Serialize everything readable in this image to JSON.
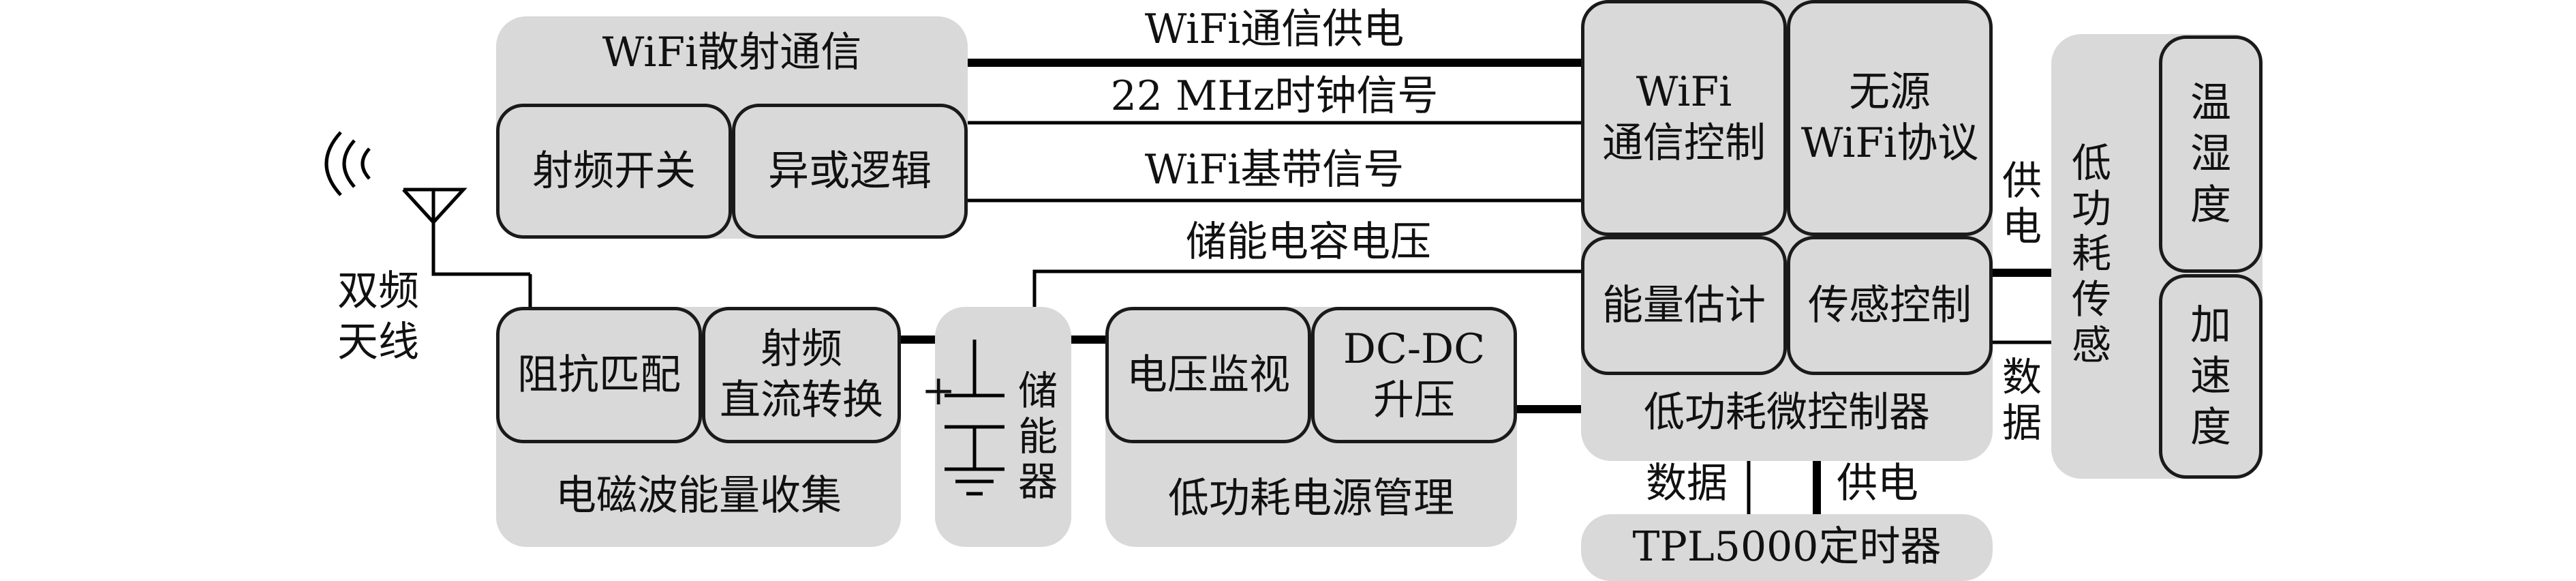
{
  "groups": {
    "wifi_scatter": "WiFi散射通信",
    "em_harvest": "电磁波能量收集",
    "storage": "储能器",
    "power_mgmt": "低功耗电源管理",
    "mcu": "低功耗微控制器",
    "timer": "TPL5000定时器",
    "sensor": "低功耗传感"
  },
  "blocks": {
    "rf_switch": "射频开关",
    "xor_logic": "异或逻辑",
    "wifi_ctrl": "WiFi\n通信控制",
    "passive_wifi": "无源\nWiFi协议",
    "energy_est": "能量估计",
    "sensor_ctrl": "传感控制",
    "impedance": "阻抗匹配",
    "rf_dc": "射频\n直流转换",
    "volt_mon": "电压监视",
    "dcdc": "DC-DC\n升压",
    "temp_hum": "温\n湿\n度",
    "accel": "加\n速\n度"
  },
  "signals": {
    "wifi_power": "WiFi通信供电",
    "clock": "22 MHz时钟信号",
    "baseband": "WiFi基带信号",
    "cap_voltage": "储能电容电压",
    "power_right": "供电",
    "data_right": "数据",
    "data_bottom": "数据",
    "power_bottom": "供电",
    "plus": "+"
  },
  "antenna": {
    "label": "双频\n天线"
  }
}
